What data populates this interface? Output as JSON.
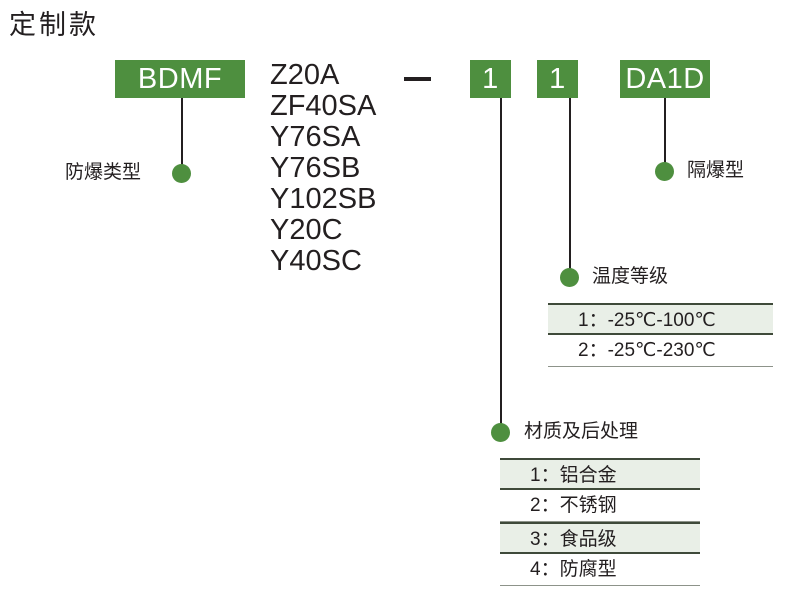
{
  "page": {
    "title": "定制款"
  },
  "code": {
    "prefix_box": "BDMF",
    "separator": "–",
    "models": [
      "Z20A",
      "ZF40SA",
      "Y76SA",
      "Y76SB",
      "Y102SB",
      "Y20C",
      "Y40SC"
    ],
    "boxes": [
      {
        "label": "1"
      },
      {
        "label": "1"
      },
      {
        "label": "DA1D"
      }
    ]
  },
  "callouts": {
    "explosion_type": "防爆类型",
    "flameproof": "隔爆型",
    "temperature_grade": "温度等级",
    "material_treatment": "材质及后处理"
  },
  "temperature_options": [
    {
      "text": "1：-25℃-100℃"
    },
    {
      "text": "2：-25℃-230℃"
    }
  ],
  "material_options": [
    {
      "text": "1：铝合金"
    },
    {
      "text": "2：不锈钢"
    },
    {
      "text": "3：食品级"
    },
    {
      "text": "4：防腐型"
    }
  ],
  "colors": {
    "green": "#4e8f3f",
    "row_shade": "#e9efe7",
    "text": "#231f20"
  }
}
